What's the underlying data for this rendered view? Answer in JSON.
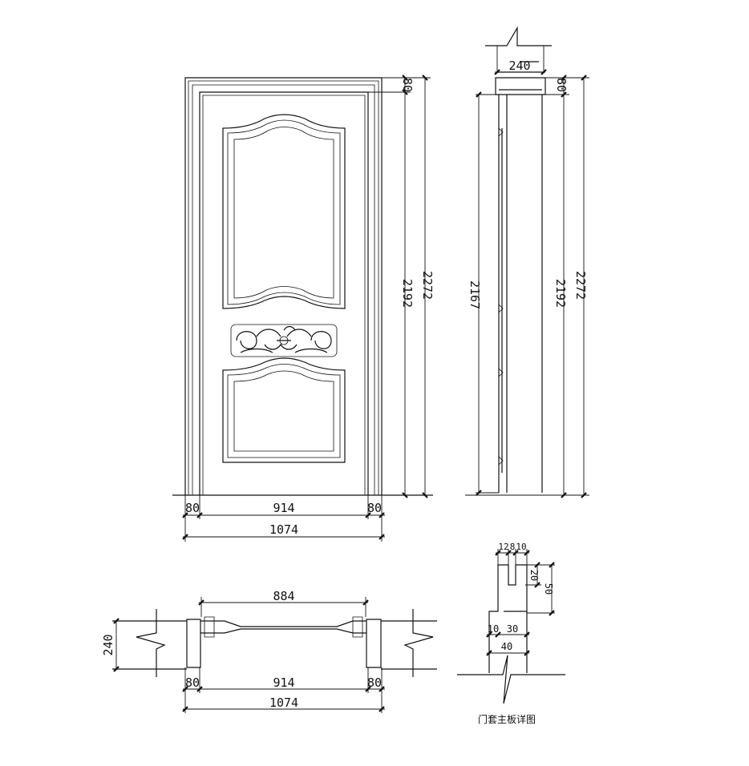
{
  "front_view": {
    "dims": {
      "top_frame": "80",
      "height_inner": "2192",
      "height_total": "2272",
      "left_frame": "80",
      "opening": "914",
      "right_frame": "80",
      "width_total": "1074"
    }
  },
  "side_view": {
    "dims": {
      "depth": "240",
      "top_frame": "80",
      "door_leaf": "2167",
      "height_inner": "2192",
      "height_total": "2272"
    }
  },
  "plan_view": {
    "dims": {
      "leaf_width": "884",
      "wall": "240",
      "left_frame": "80",
      "opening": "914",
      "right_frame": "80",
      "width_total": "1074"
    }
  },
  "detail": {
    "caption": "门套主板详图",
    "dims": {
      "a": "12",
      "b": "8",
      "c": "10",
      "groove": "20",
      "height": "50",
      "lip": "10",
      "body": "30",
      "width": "40"
    }
  }
}
